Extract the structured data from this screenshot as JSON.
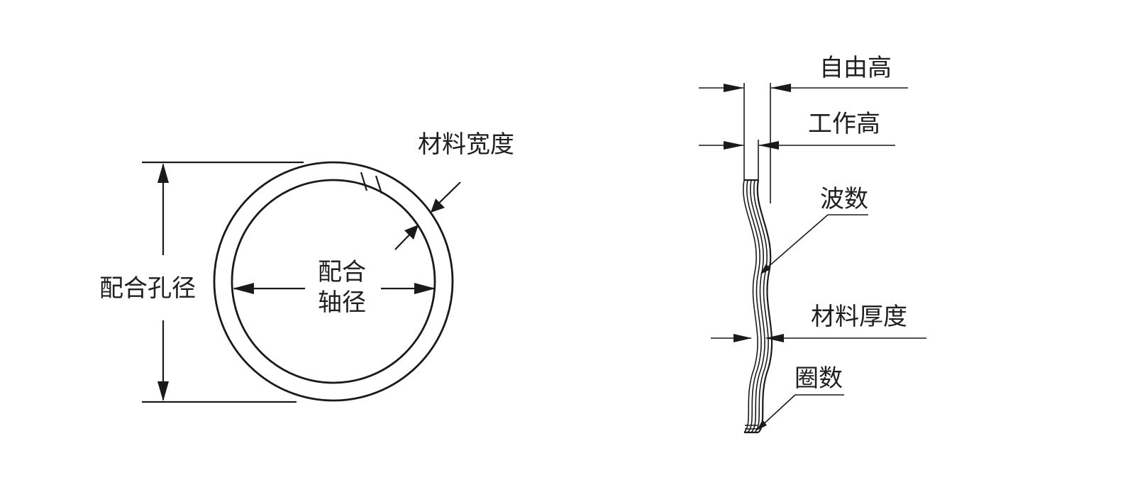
{
  "left_view": {
    "hole_diameter_label": "配合孔径",
    "shaft_diameter_label_line1": "配合",
    "shaft_diameter_label_line2": "轴径",
    "material_width_label": "材料宽度"
  },
  "right_view": {
    "free_height_label": "自由高",
    "working_height_label": "工作高",
    "wave_count_label": "波数",
    "material_thickness_label": "材料厚度",
    "turn_count_label": "圈数"
  }
}
